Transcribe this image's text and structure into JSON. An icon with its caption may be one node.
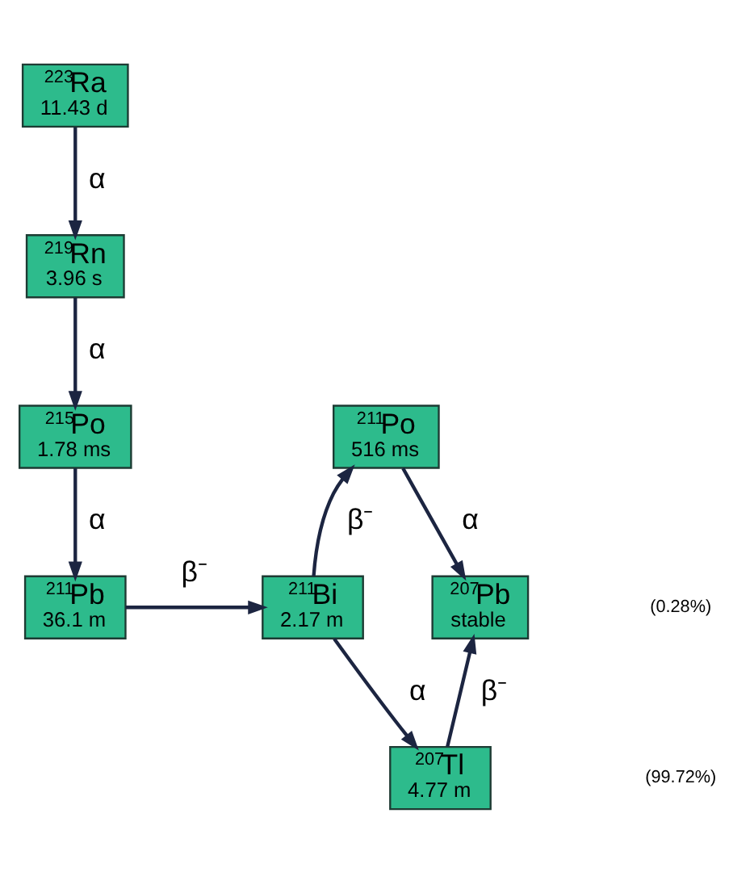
{
  "diagram": {
    "nodes": [
      {
        "text": [
          "$^{223}$Ra",
          "11.43 d"
        ]
      },
      {
        "text": [
          "$^{219}$Rn",
          "3.96 s"
        ]
      },
      {
        "text": [
          "$^{215}$Po",
          "1.78 ms"
        ]
      },
      {
        "text": [
          "$^{211}$Pb",
          "36.1 m"
        ]
      },
      {
        "text": [
          "$^{211}$Bi",
          "2.17 m"
        ]
      },
      {
        "text": [
          "$^{211}$Po",
          "516 ms"
        ]
      },
      {
        "text": [
          "$^{207}$Pb",
          "stable"
        ]
      },
      {
        "text": [
          "$^{207}$Tl",
          "4.77 m"
        ]
      }
    ],
    "edges": [
      {
        "from": 0,
        "to": 1,
        "arrow": "to",
        "label": "α"
      },
      {
        "from": 1,
        "to": 2,
        "arrow": "to",
        "label": "α"
      },
      {
        "from": 2,
        "to": 3,
        "arrow": "to",
        "label": "α"
      },
      {
        "from": 3,
        "to": 4,
        "arrow": "to",
        "label": "β⁻"
      },
      {
        "from": 4,
        "to": 5,
        "arrow": "to",
        "label": "β⁻"
      },
      {
        "from": 4,
        "to": 7,
        "arrow": "to",
        "label": "α"
      },
      {
        "from": 5,
        "to": 6,
        "arrow": "to",
        "label": "α"
      },
      {
        "from": 7,
        "to": 6,
        "arrow": "to",
        "label": "β⁻"
      }
    ],
    "labels": [
      "(0.28%)",
      "(99.72%)"
    ]
  }
}
